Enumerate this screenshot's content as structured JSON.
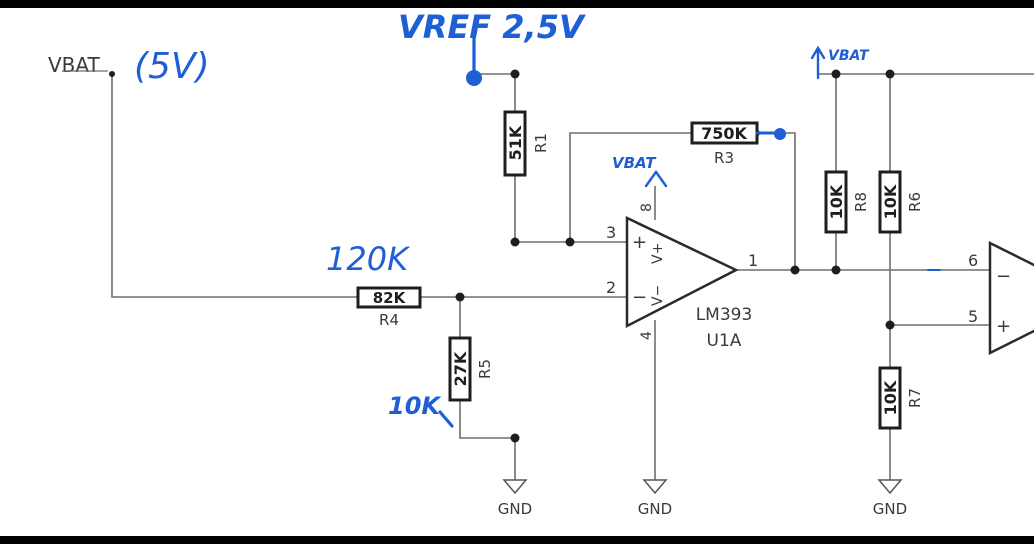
{
  "schematic": {
    "nets": {
      "vbat_left": "VBAT",
      "vbat_right": "VBAT",
      "gnd_1": "GND",
      "gnd_2": "GND",
      "gnd_3": "GND"
    },
    "resistors": {
      "R1": {
        "ref": "R1",
        "value": "51K"
      },
      "R3": {
        "ref": "R3",
        "value": "750K"
      },
      "R4": {
        "ref": "R4",
        "value": "82K"
      },
      "R5": {
        "ref": "R5",
        "value": "27K"
      },
      "R6": {
        "ref": "R6",
        "value": "10K"
      },
      "R7": {
        "ref": "R7",
        "value": "10K"
      },
      "R8": {
        "ref": "R8",
        "value": "10K"
      }
    },
    "comparator": {
      "part": "LM393",
      "ref": "U1A",
      "pin_plus": "3",
      "pin_minus": "2",
      "pin_out": "1",
      "pin_vcc": "8",
      "pin_gnd": "4",
      "in_plus_sign": "+",
      "in_minus_sign": "−",
      "vcc_label": "V+",
      "vee_label": "V−"
    },
    "second_comparator": {
      "pin_minus": "6",
      "pin_plus": "5",
      "in_minus_sign": "−",
      "in_plus_sign": "+"
    }
  },
  "annotations": {
    "vbat_5v": "(5V)",
    "vref": "VREF 2,5V",
    "vbat_feedback": "VBAT",
    "r4_new_value": "120K",
    "r5_new_value": "10K"
  }
}
